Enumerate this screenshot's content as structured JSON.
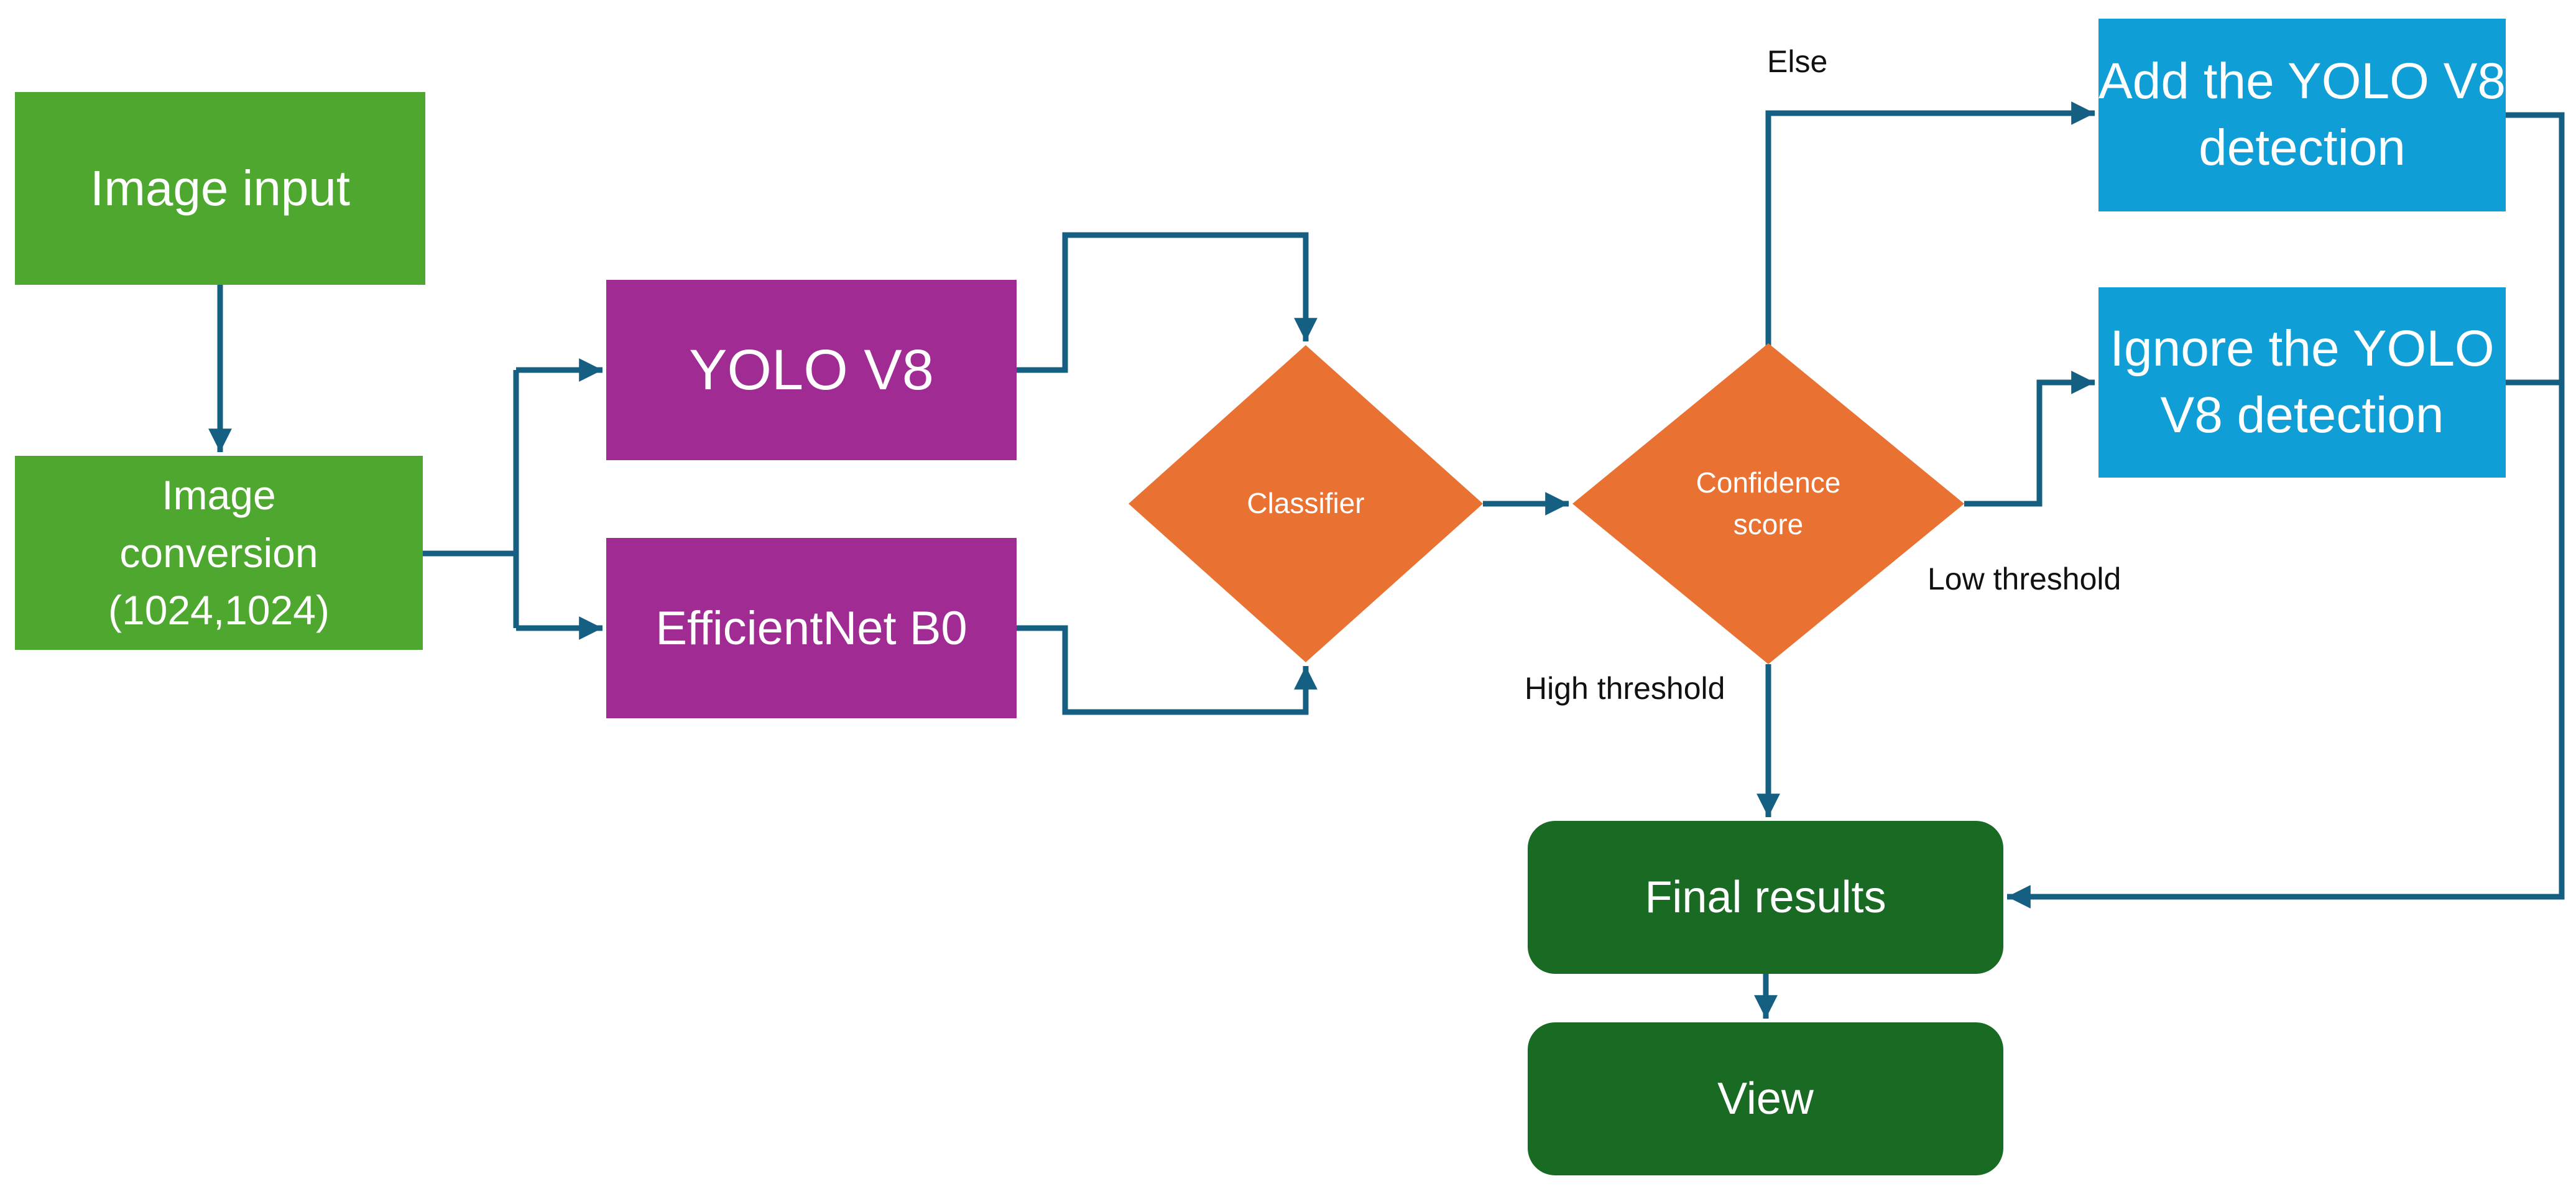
{
  "diagram": {
    "nodes": {
      "image_input": {
        "label": "Image input"
      },
      "image_conversion": {
        "lines": [
          "Image",
          "conversion",
          "(1024,1024)"
        ]
      },
      "yolo": {
        "label": "YOLO V8"
      },
      "efficientnet": {
        "label": "EfficientNet B0"
      },
      "classifier": {
        "label": "Classifier"
      },
      "confidence": {
        "lines": [
          "Confidence",
          "score"
        ]
      },
      "add_detection": {
        "lines": [
          "Add the YOLO V8",
          "detection"
        ]
      },
      "ignore_detection": {
        "lines": [
          "Ignore the YOLO",
          "V8 detection"
        ]
      },
      "final_results": {
        "label": "Final results"
      },
      "view": {
        "label": "View"
      }
    },
    "edge_labels": {
      "else": "Else",
      "low_threshold": "Low threshold",
      "high_threshold": "High threshold"
    }
  },
  "colors": {
    "background": "#FFFFFF",
    "green": "#4EA72E",
    "dark_green": "#196B24",
    "purple": "#A02B93",
    "orange": "#E97132",
    "blue": "#0F9ED5",
    "arrow": "#156082",
    "label_text": "#111111",
    "node_text": "#FFFFFF"
  }
}
